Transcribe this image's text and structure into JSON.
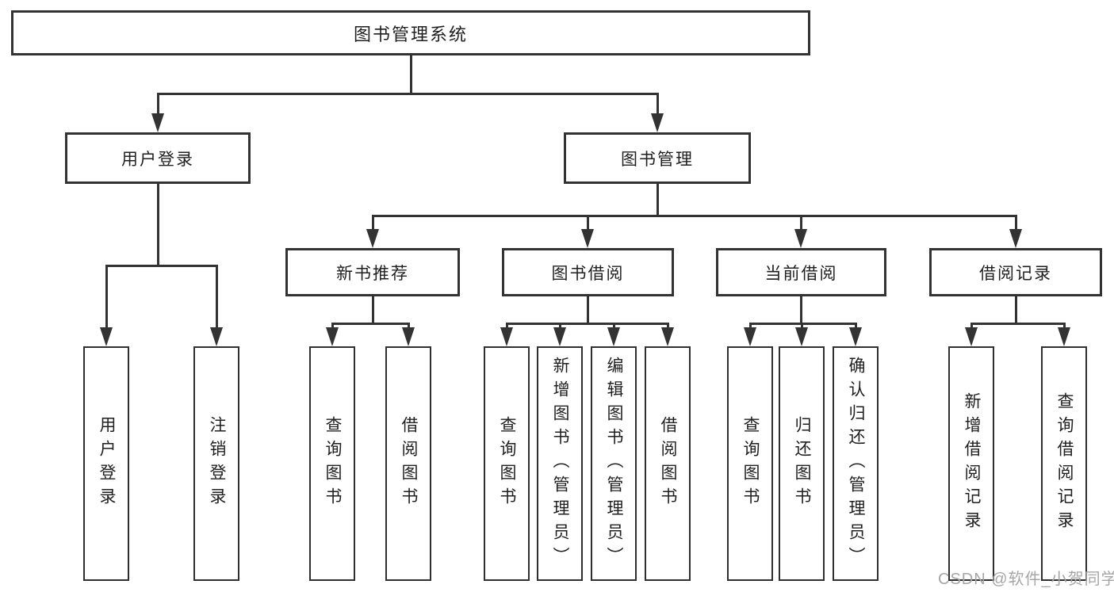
{
  "colors": {
    "line": "#333333",
    "box_fill": "#ffffff",
    "text": "#1f1f1f",
    "watermark": "#a6a6a6"
  },
  "watermark": {
    "text": "CSDN @软件_小贺同学"
  },
  "diagram": {
    "root": {
      "label": "图书管理系统"
    },
    "level2": [
      {
        "label": "用户登录"
      },
      {
        "label": "图书管理"
      }
    ],
    "level3": [
      {
        "label": "新书推荐"
      },
      {
        "label": "图书借阅"
      },
      {
        "label": "当前借阅"
      },
      {
        "label": "借阅记录"
      }
    ],
    "leaves": {
      "user_login": [
        "用户登录",
        "注销登录"
      ],
      "new_book_recommend": [
        "查询图书",
        "借阅图书"
      ],
      "book_borrowing": [
        "查询图书",
        "新增图书（管理员）",
        "编辑图书（管理员）",
        "借阅图书"
      ],
      "current_borrowing": [
        "查询图书",
        "归还图书",
        "确认归还（管理员）"
      ],
      "borrow_records": [
        "新增借阅记录",
        "查询借阅记录"
      ]
    }
  }
}
